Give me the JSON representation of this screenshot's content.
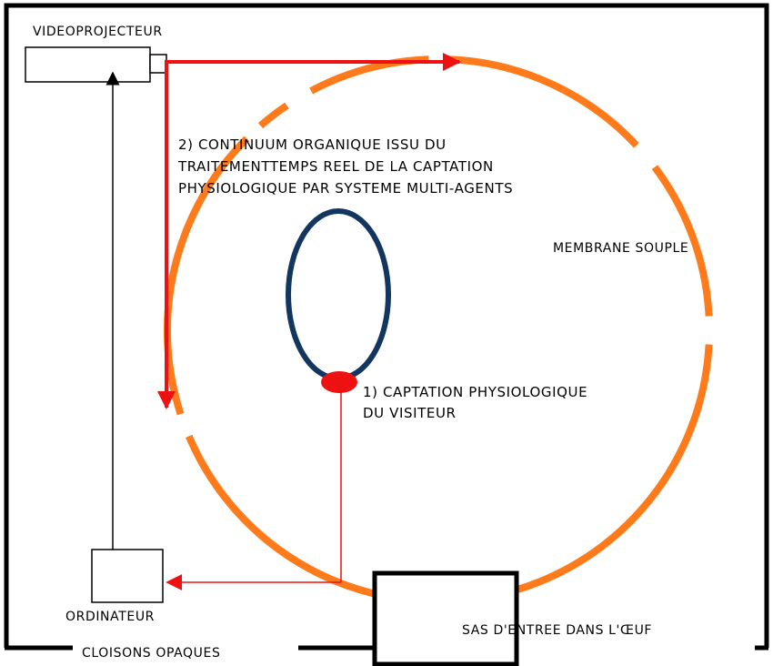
{
  "labels": {
    "videoprojecteur": "VIDEOPROJECTEUR",
    "continuum_line1": "2) CONTINUUM ORGANIQUE ISSU DU",
    "continuum_line2": "TRAITEMENTTEMPS REEL DE LA CAPTATION",
    "continuum_line3": "PHYSIOLOGIQUE PAR SYSTEME MULTI-AGENTS",
    "membrane": "MEMBRANE SOUPLE",
    "captation_line1": "1) CAPTATION PHYSIOLOGIQUE",
    "captation_line2": "DU VISITEUR",
    "ordinateur": "ORDINATEUR",
    "cloisons": "CLOISONS OPAQUES",
    "sas": "SAS D'ENTREE DANS L'ŒUF"
  },
  "colors": {
    "membrane": "#ff7a1a",
    "signal": "#ee1111",
    "visitor": "#12365f",
    "sensor": "#ee1111",
    "wall": "#000000"
  }
}
